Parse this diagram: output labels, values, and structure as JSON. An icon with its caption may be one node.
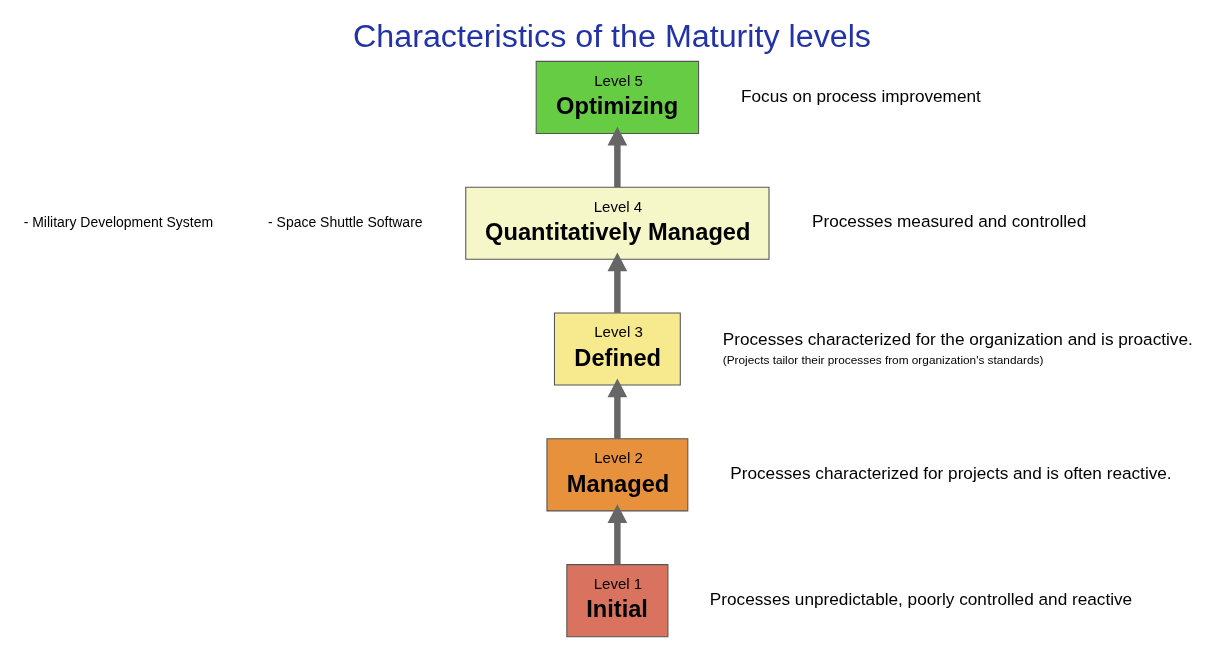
{
  "diagram": {
    "title": "Characteristics of the Maturity levels",
    "nodes": [
      {
        "text": [
          "Level 1",
          "Initial"
        ],
        "beside": [
          "Processes unpredictable, poorly controlled and reactive"
        ]
      },
      {
        "text": [
          "Level 2",
          "Managed"
        ],
        "beside": [
          "Processes characterized for projects and is often reactive."
        ]
      },
      {
        "text": [
          "Level 3",
          "Defined"
        ],
        "beside": [
          "Processes characterized for the organization and is proactive.",
          "(Projects tailor their processes from organization's standards)"
        ]
      },
      {
        "text": [
          "Level 4",
          "Quantitatively Managed"
        ],
        "beside": [
          "Processes measured and controlled"
        ]
      },
      {
        "text": [
          "Level 5",
          "Optimizing"
        ],
        "beside": [
          "Focus on process improvement"
        ]
      }
    ],
    "edges": [
      {
        "from": 0,
        "to": 1,
        "arrow": "to"
      },
      {
        "from": 1,
        "to": 2,
        "arrow": "to"
      },
      {
        "from": 2,
        "to": 3,
        "arrow": "to"
      },
      {
        "from": 3,
        "to": 4,
        "arrow": "to"
      }
    ],
    "labels": [
      "- Military Development System",
      "- Space Shuttle Software"
    ]
  }
}
